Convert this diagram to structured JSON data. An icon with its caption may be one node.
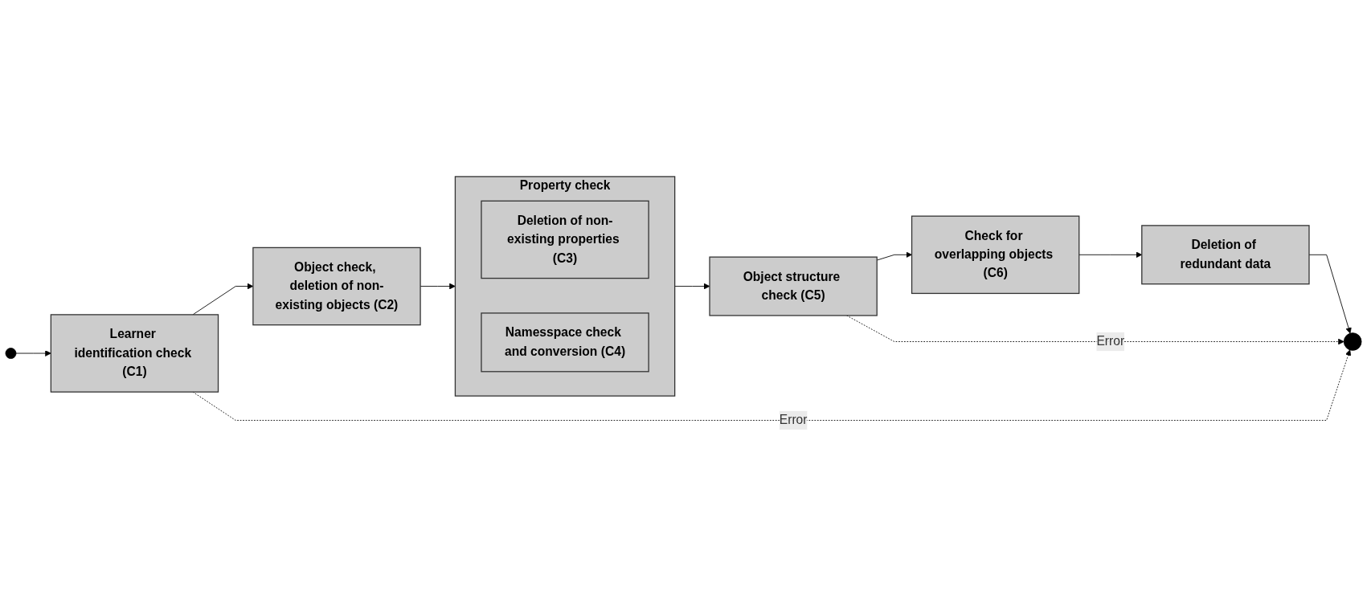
{
  "diagram": {
    "nodes": [
      {
        "text": [],
        "shape": "circle"
      },
      {
        "text": [
          "Learner identification check (C1)"
        ]
      },
      {
        "text": [
          "Object check, deletion of non-existing objects (C2)"
        ]
      },
      {
        "text": [
          "Property check"
        ]
      },
      {
        "text": [
          "Deletion of non-existing properties (C3)"
        ],
        "in": 3
      },
      {
        "text": [
          "Namesspace check and conversion (C4)"
        ],
        "in": 3
      },
      {
        "text": [
          "Object structure check (C5)"
        ]
      },
      {
        "text": [
          "Check for overlapping objects (C6)"
        ]
      },
      {
        "text": [
          "Deletion of redundant data"
        ]
      },
      {
        "text": [],
        "shape": "circle"
      }
    ],
    "edges": [
      {
        "from": 0,
        "to": 1,
        "arrow": "to"
      },
      {
        "from": 1,
        "to": 2,
        "arrow": "to"
      },
      {
        "from": 2,
        "to": 3,
        "arrow": "to"
      },
      {
        "from": 3,
        "to": 6,
        "arrow": "to"
      },
      {
        "from": 6,
        "to": 7,
        "arrow": "to"
      },
      {
        "from": 7,
        "to": 8,
        "arrow": "to"
      },
      {
        "from": 8,
        "to": 9,
        "arrow": "to"
      },
      {
        "from": 1,
        "to": 9,
        "arrow": "to",
        "label": "Error",
        "style": "dashed"
      },
      {
        "from": 6,
        "to": 9,
        "arrow": "to",
        "label": "Error",
        "style": "dashed"
      }
    ]
  }
}
